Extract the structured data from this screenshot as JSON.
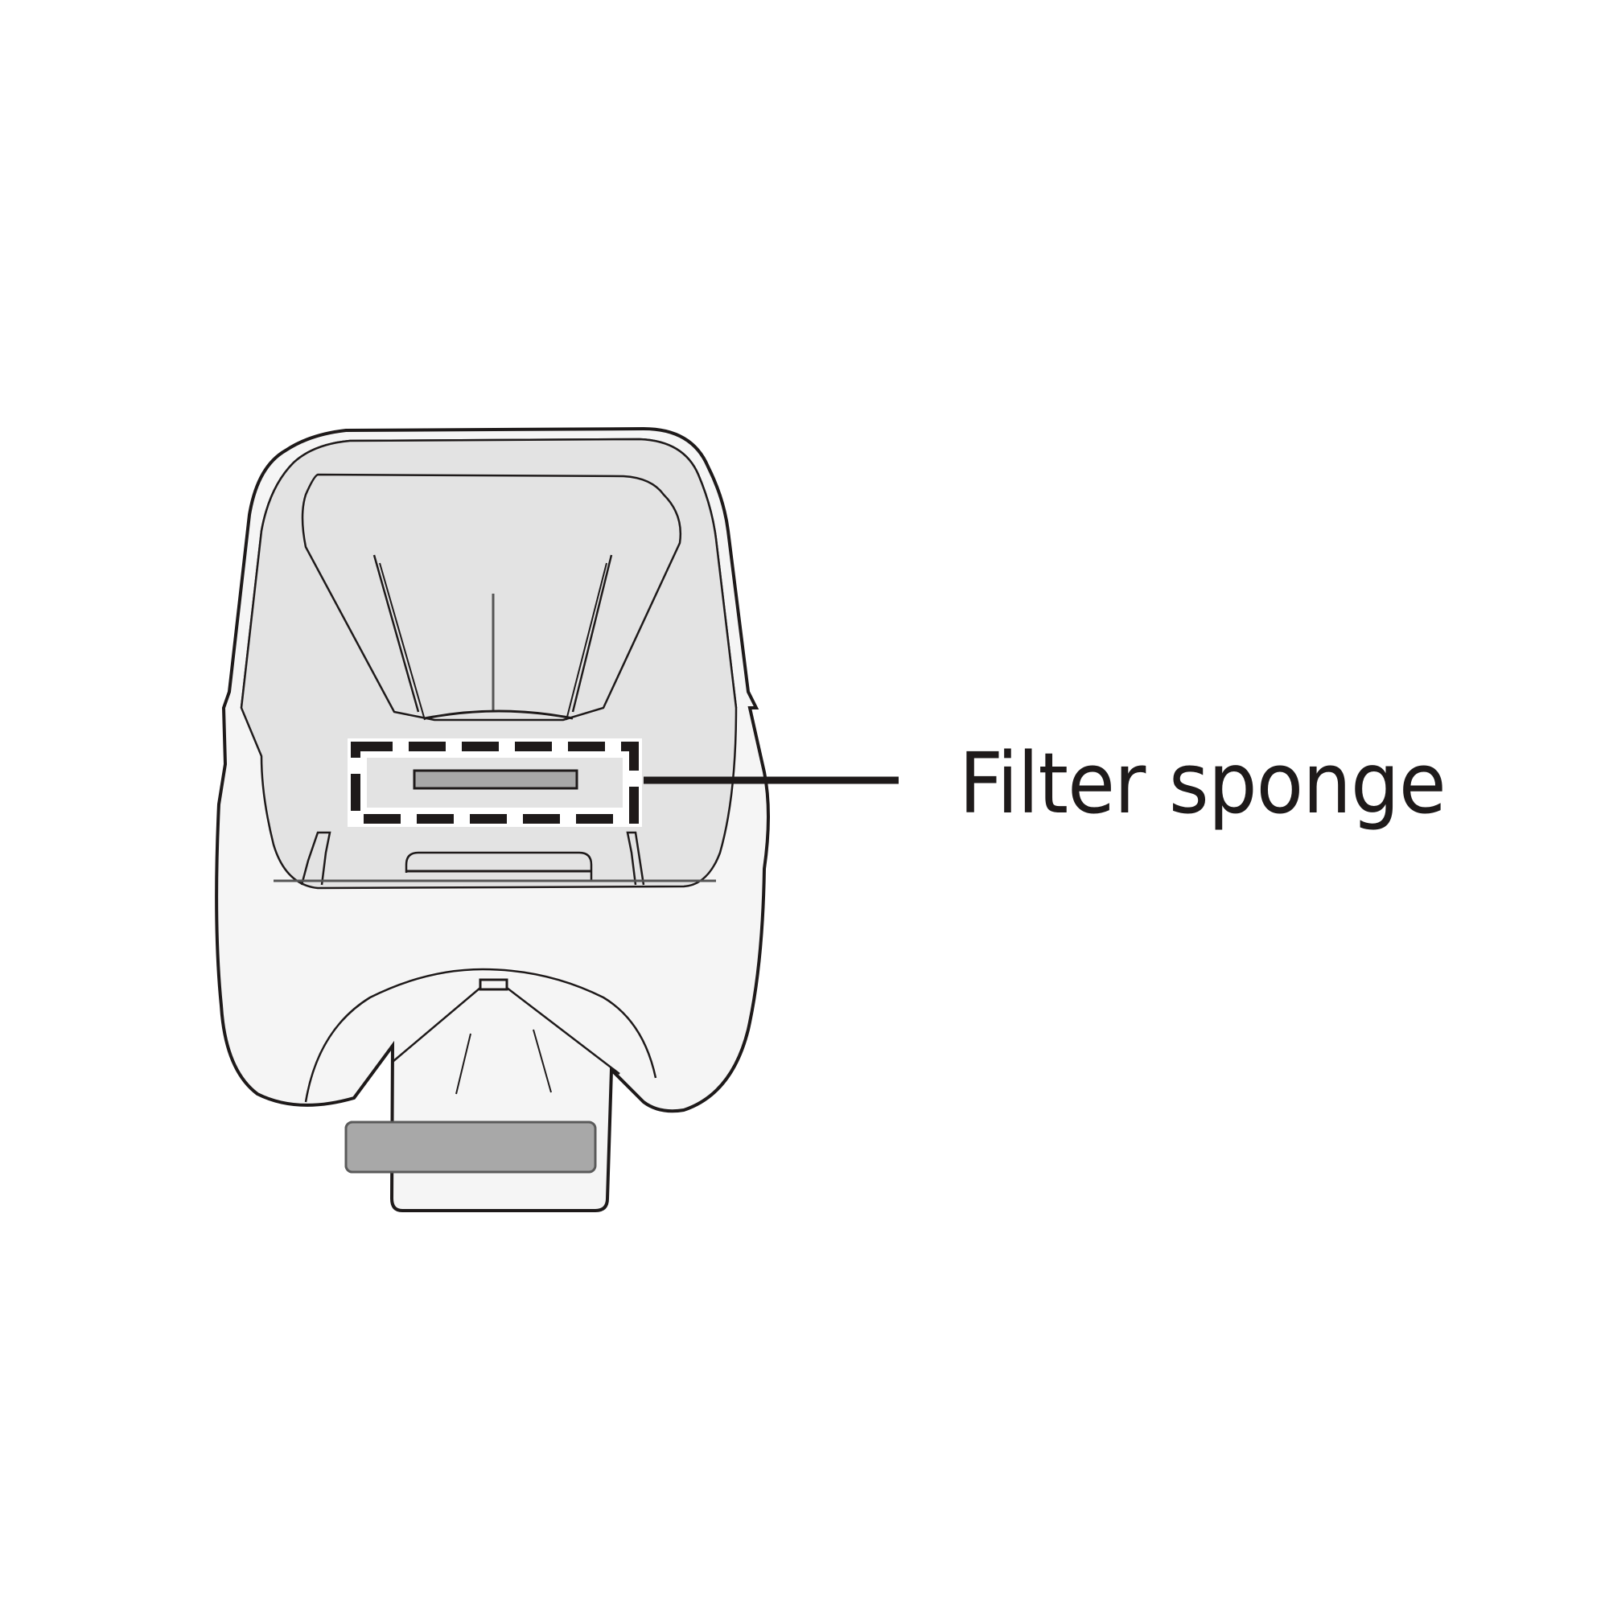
{
  "diagram": {
    "subject": "vacuum dust bin (top-down view)",
    "callouts": [
      {
        "label": "Filter sponge",
        "target": "filter-sponge-region",
        "highlight_style": "dashed-box"
      }
    ]
  },
  "colors": {
    "background": "#ffffff",
    "outline": "#1e1a1a",
    "body_fill": "#f5f5f5",
    "inner_fill": "#e3e3e3",
    "part_fill": "#a8a8a8",
    "leader_line": "#1e1a1a"
  }
}
